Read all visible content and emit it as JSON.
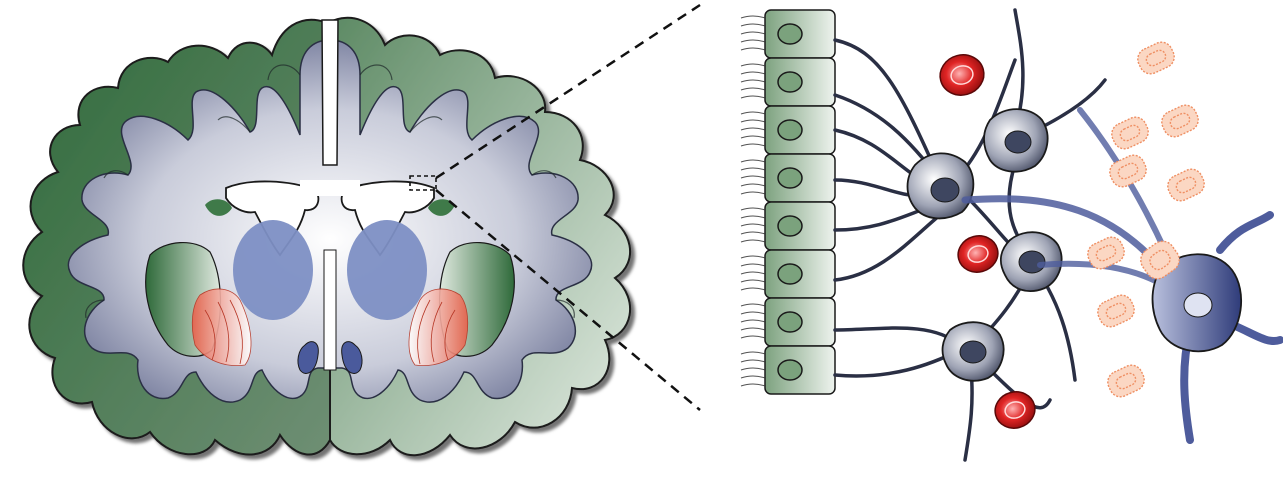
{
  "figure": {
    "panels": [
      "coronal-brain-section",
      "ventricle-wall-cell-detail"
    ],
    "colors": {
      "cortex_green": "#2f6a3a",
      "pale_green": "#c7d8c8",
      "white_matter_grey": "#9aa0b8",
      "slate_navy": "#4a5580",
      "ventricle_white": "#ffffff",
      "deep_nuclei_blue": "#7d8fc4",
      "striatum_red": "#e8604a",
      "red_cell": "#d81f1f",
      "orange_cell": "#f4a079",
      "ependymal_green": "#9fc09f",
      "astrocyte_grey": "#7c8296",
      "neuron_blue": "#4e5c9c"
    },
    "callout": {
      "style": "dashed",
      "color": "#111111"
    },
    "cell_types": [
      "ependymal-cell",
      "astrocyte",
      "neuron",
      "red-blood-cell",
      "orange-precursor-cell"
    ]
  }
}
